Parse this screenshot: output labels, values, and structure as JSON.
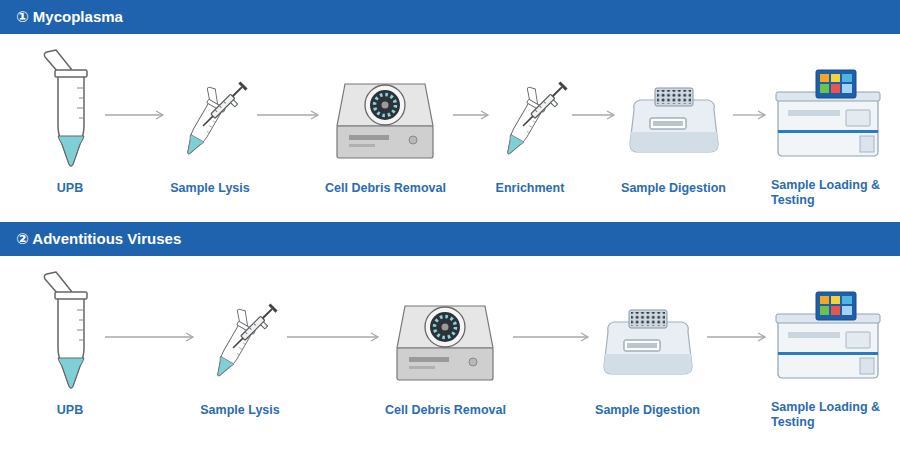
{
  "diagram": {
    "nodes": [
      {
        "text": [
          "① Mycoplasma"
        ]
      },
      {
        "text": [
          "UPB"
        ]
      },
      {
        "text": [
          "Sample Lysis"
        ]
      },
      {
        "text": [
          "Cell Debris Removal"
        ]
      },
      {
        "text": [
          "Enrichment"
        ]
      },
      {
        "text": [
          "Sample Digestion"
        ]
      },
      {
        "text": [
          "Sample Loading & Testing"
        ]
      },
      {
        "text": [
          "② Adventitious Viruses"
        ]
      },
      {
        "text": [
          "UPB"
        ]
      },
      {
        "text": [
          "Sample Lysis"
        ]
      },
      {
        "text": [
          "Cell Debris Removal"
        ]
      },
      {
        "text": [
          "Sample Digestion"
        ]
      },
      {
        "text": [
          "Sample Loading & Testing"
        ]
      }
    ],
    "edges": [
      {
        "from": 1,
        "to": 2,
        "arrow": "to"
      },
      {
        "from": 2,
        "to": 3,
        "arrow": "to"
      },
      {
        "from": 3,
        "to": 4,
        "arrow": "to"
      },
      {
        "from": 4,
        "to": 5,
        "arrow": "to"
      },
      {
        "from": 5,
        "to": 6,
        "arrow": "to"
      },
      {
        "from": 8,
        "to": 9,
        "arrow": "to"
      },
      {
        "from": 9,
        "to": 10,
        "arrow": "to"
      },
      {
        "from": 10,
        "to": 11,
        "arrow": "to"
      },
      {
        "from": 11,
        "to": 12,
        "arrow": "to"
      }
    ]
  }
}
